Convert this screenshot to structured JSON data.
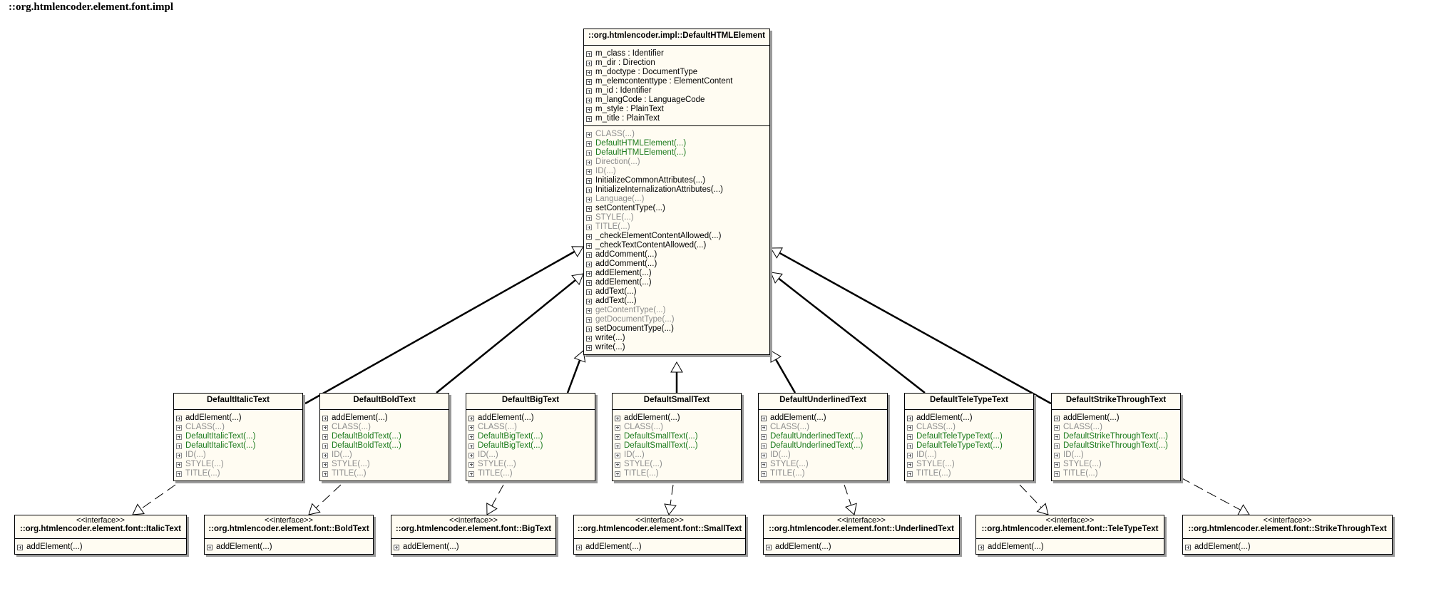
{
  "diagram_title": "::org.htmlencoder.element.font.impl",
  "base_class": {
    "name": "::org.htmlencoder.impl::DefaultHTMLElement",
    "attributes": [
      {
        "text": "m_class : Identifier",
        "style": "normal"
      },
      {
        "text": "m_dir : Direction",
        "style": "normal"
      },
      {
        "text": "m_doctype : DocumentType",
        "style": "normal"
      },
      {
        "text": "m_elemcontenttype : ElementContent",
        "style": "normal"
      },
      {
        "text": "m_id : Identifier",
        "style": "normal"
      },
      {
        "text": "m_langCode : LanguageCode",
        "style": "normal"
      },
      {
        "text": "m_style : PlainText",
        "style": "normal"
      },
      {
        "text": "m_title : PlainText",
        "style": "normal"
      }
    ],
    "operations": [
      {
        "text": "CLASS(...)",
        "style": "gray"
      },
      {
        "text": "DefaultHTMLElement(...)",
        "style": "green"
      },
      {
        "text": "DefaultHTMLElement(...)",
        "style": "green"
      },
      {
        "text": "Direction(...)",
        "style": "gray"
      },
      {
        "text": "ID(...)",
        "style": "gray"
      },
      {
        "text": "InitializeCommonAttributes(...)",
        "style": "normal"
      },
      {
        "text": "InitializeInternalizationAttributes(...)",
        "style": "normal"
      },
      {
        "text": "Language(...)",
        "style": "gray"
      },
      {
        "text": "setContentType(...)",
        "style": "normal"
      },
      {
        "text": "STYLE(...)",
        "style": "gray"
      },
      {
        "text": "TITLE(...)",
        "style": "gray"
      },
      {
        "text": "_checkElementContentAllowed(...)",
        "style": "normal"
      },
      {
        "text": "_checkTextContentAllowed(...)",
        "style": "normal"
      },
      {
        "text": "addComment(...)",
        "style": "normal"
      },
      {
        "text": "addComment(...)",
        "style": "normal"
      },
      {
        "text": "addElement(...)",
        "style": "normal"
      },
      {
        "text": "addElement(...)",
        "style": "normal"
      },
      {
        "text": "addText(...)",
        "style": "normal"
      },
      {
        "text": "addText(...)",
        "style": "normal"
      },
      {
        "text": "getContentType(...)",
        "style": "gray"
      },
      {
        "text": "getDocumentType(...)",
        "style": "gray"
      },
      {
        "text": "setDocumentType(...)",
        "style": "normal"
      },
      {
        "text": "write(...)",
        "style": "normal"
      },
      {
        "text": "write(...)",
        "style": "normal"
      }
    ]
  },
  "impl_classes": [
    {
      "name": "DefaultItalicText",
      "operations": [
        {
          "text": "addElement(...)",
          "style": "normal"
        },
        {
          "text": "CLASS(...)",
          "style": "gray"
        },
        {
          "text": "DefaultItalicText(...)",
          "style": "green"
        },
        {
          "text": "DefaultItalicText(...)",
          "style": "green"
        },
        {
          "text": "ID(...)",
          "style": "gray"
        },
        {
          "text": "STYLE(...)",
          "style": "gray"
        },
        {
          "text": "TITLE(...)",
          "style": "gray"
        }
      ]
    },
    {
      "name": "DefaultBoldText",
      "operations": [
        {
          "text": "addElement(...)",
          "style": "normal"
        },
        {
          "text": "CLASS(...)",
          "style": "gray"
        },
        {
          "text": "DefaultBoldText(...)",
          "style": "green"
        },
        {
          "text": "DefaultBoldText(...)",
          "style": "green"
        },
        {
          "text": "ID(...)",
          "style": "gray"
        },
        {
          "text": "STYLE(...)",
          "style": "gray"
        },
        {
          "text": "TITLE(...)",
          "style": "gray"
        }
      ]
    },
    {
      "name": "DefaultBigText",
      "operations": [
        {
          "text": "addElement(...)",
          "style": "normal"
        },
        {
          "text": "CLASS(...)",
          "style": "gray"
        },
        {
          "text": "DefaultBigText(...)",
          "style": "green"
        },
        {
          "text": "DefaultBigText(...)",
          "style": "green"
        },
        {
          "text": "ID(...)",
          "style": "gray"
        },
        {
          "text": "STYLE(...)",
          "style": "gray"
        },
        {
          "text": "TITLE(...)",
          "style": "gray"
        }
      ]
    },
    {
      "name": "DefaultSmallText",
      "operations": [
        {
          "text": "addElement(...)",
          "style": "normal"
        },
        {
          "text": "CLASS(...)",
          "style": "gray"
        },
        {
          "text": "DefaultSmallText(...)",
          "style": "green"
        },
        {
          "text": "DefaultSmallText(...)",
          "style": "green"
        },
        {
          "text": "ID(...)",
          "style": "gray"
        },
        {
          "text": "STYLE(...)",
          "style": "gray"
        },
        {
          "text": "TITLE(...)",
          "style": "gray"
        }
      ]
    },
    {
      "name": "DefaultUnderlinedText",
      "operations": [
        {
          "text": "addElement(...)",
          "style": "normal"
        },
        {
          "text": "CLASS(...)",
          "style": "gray"
        },
        {
          "text": "DefaultUnderlinedText(...)",
          "style": "green"
        },
        {
          "text": "DefaultUnderlinedText(...)",
          "style": "green"
        },
        {
          "text": "ID(...)",
          "style": "gray"
        },
        {
          "text": "STYLE(...)",
          "style": "gray"
        },
        {
          "text": "TITLE(...)",
          "style": "gray"
        }
      ]
    },
    {
      "name": "DefaultTeleTypeText",
      "operations": [
        {
          "text": "addElement(...)",
          "style": "normal"
        },
        {
          "text": "CLASS(...)",
          "style": "gray"
        },
        {
          "text": "DefaultTeleTypeText(...)",
          "style": "green"
        },
        {
          "text": "DefaultTeleTypeText(...)",
          "style": "green"
        },
        {
          "text": "ID(...)",
          "style": "gray"
        },
        {
          "text": "STYLE(...)",
          "style": "gray"
        },
        {
          "text": "TITLE(...)",
          "style": "gray"
        }
      ]
    },
    {
      "name": "DefaultStrikeThroughText",
      "operations": [
        {
          "text": "addElement(...)",
          "style": "normal"
        },
        {
          "text": "CLASS(...)",
          "style": "gray"
        },
        {
          "text": "DefaultStrikeThroughText(...)",
          "style": "green"
        },
        {
          "text": "DefaultStrikeThroughText(...)",
          "style": "green"
        },
        {
          "text": "ID(...)",
          "style": "gray"
        },
        {
          "text": "STYLE(...)",
          "style": "gray"
        },
        {
          "text": "TITLE(...)",
          "style": "gray"
        }
      ]
    }
  ],
  "interfaces": [
    {
      "stereotype": "<<interface>>",
      "name": "::org.htmlencoder.element.font::ItalicText",
      "operations": [
        {
          "text": "addElement(...)",
          "style": "normal"
        }
      ]
    },
    {
      "stereotype": "<<interface>>",
      "name": "::org.htmlencoder.element.font::BoldText",
      "operations": [
        {
          "text": "addElement(...)",
          "style": "normal"
        }
      ]
    },
    {
      "stereotype": "<<interface>>",
      "name": "::org.htmlencoder.element.font::BigText",
      "operations": [
        {
          "text": "addElement(...)",
          "style": "normal"
        }
      ]
    },
    {
      "stereotype": "<<interface>>",
      "name": "::org.htmlencoder.element.font::SmallText",
      "operations": [
        {
          "text": "addElement(...)",
          "style": "normal"
        }
      ]
    },
    {
      "stereotype": "<<interface>>",
      "name": "::org.htmlencoder.element.font::UnderlinedText",
      "operations": [
        {
          "text": "addElement(...)",
          "style": "normal"
        }
      ]
    },
    {
      "stereotype": "<<interface>>",
      "name": "::org.htmlencoder.element.font::TeleTypeText",
      "operations": [
        {
          "text": "addElement(...)",
          "style": "normal"
        }
      ]
    },
    {
      "stereotype": "<<interface>>",
      "name": "::org.htmlencoder.element.font::StrikeThroughText",
      "operations": [
        {
          "text": "addElement(...)",
          "style": "normal"
        }
      ]
    }
  ],
  "colors": {
    "box_fill": "#fffcf2",
    "inherited_member": "#8c8c8c",
    "constructor": "#1b7a1b",
    "shadow": "#9a9a9a"
  }
}
